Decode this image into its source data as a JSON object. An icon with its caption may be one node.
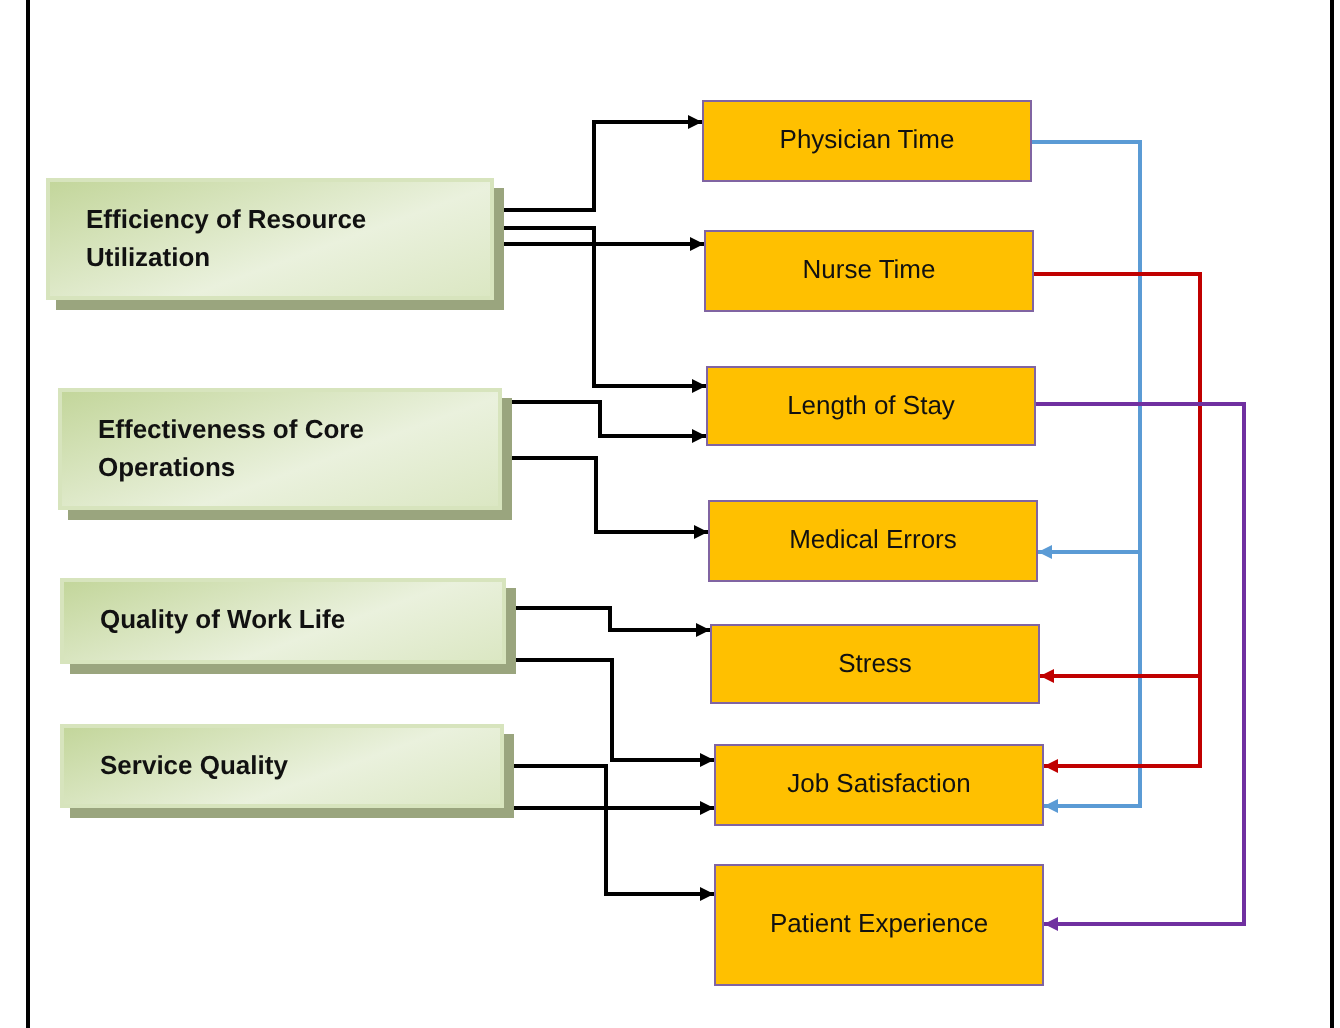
{
  "diagram": {
    "nodes": [
      {
        "text": [
          "Efficiency of Resource Utilization"
        ]
      },
      {
        "text": [
          "Effectiveness of Core Operations"
        ]
      },
      {
        "text": [
          "Quality of Work Life"
        ]
      },
      {
        "text": [
          "Service Quality"
        ]
      },
      {
        "text": [
          "Physician Time"
        ]
      },
      {
        "text": [
          "Nurse Time"
        ]
      },
      {
        "text": [
          "Length of Stay"
        ]
      },
      {
        "text": [
          "Medical Errors"
        ]
      },
      {
        "text": [
          "Stress"
        ]
      },
      {
        "text": [
          "Job Satisfaction"
        ]
      },
      {
        "text": [
          "Patient Experience"
        ]
      }
    ],
    "edges": [
      {
        "from": 0,
        "to": 4,
        "arrow": "to"
      },
      {
        "from": 0,
        "to": 5,
        "arrow": "to"
      },
      {
        "from": 0,
        "to": 6,
        "arrow": "to"
      },
      {
        "from": 1,
        "to": 6,
        "arrow": "to"
      },
      {
        "from": 1,
        "to": 7,
        "arrow": "to"
      },
      {
        "from": 2,
        "to": 8,
        "arrow": "to"
      },
      {
        "from": 2,
        "to": 9,
        "arrow": "to"
      },
      {
        "from": 3,
        "to": 9,
        "arrow": "to"
      },
      {
        "from": 3,
        "to": 10,
        "arrow": "to"
      },
      {
        "from": 4,
        "to": 7,
        "arrow": "to",
        "color": "#5b9bd5"
      },
      {
        "from": 4,
        "to": 9,
        "arrow": "to",
        "color": "#5b9bd5"
      },
      {
        "from": 5,
        "to": 8,
        "arrow": "to",
        "color": "#c00000"
      },
      {
        "from": 5,
        "to": 9,
        "arrow": "to",
        "color": "#c00000"
      },
      {
        "from": 6,
        "to": 10,
        "arrow": "to",
        "color": "#7030a0"
      }
    ]
  }
}
